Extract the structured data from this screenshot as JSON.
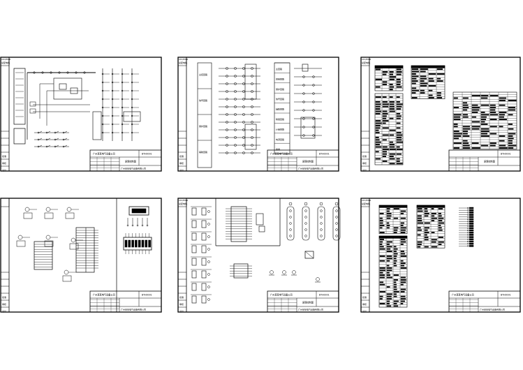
{
  "sheets": [
    {
      "id": "sheet-1",
      "side_labels": [
        "Ctrl/PWR",
        "总配电箱",
        "",
        "批准",
        "审核",
        "设计"
      ],
      "company": "广州某某电气设备公司",
      "drawing_title": "原理控制图",
      "drawing_no": "BTH0001",
      "footer": "广州某某电气设备有限公司"
    },
    {
      "id": "sheet-2",
      "side_labels": [
        "Ctrl/PWR",
        "总配电箱",
        "",
        "批准",
        "审核",
        "设计"
      ],
      "company": "广州某某电气设备公司",
      "drawing_title": "原理控制图",
      "drawing_no": "BTH0001",
      "footer": "广州某某电气设备有限公司",
      "left_column": [
        "主控回路",
        "信号回路",
        "保护回路",
        "辅助回路"
      ],
      "mid_column": [
        "主回路",
        "控制回路",
        "保护回路",
        "信号回路",
        "辅助回路",
        "联锁回路",
        "计量回路",
        "电源回路",
        "备用"
      ]
    },
    {
      "id": "sheet-3",
      "side_labels": [
        "Ctrl/PWR",
        "总配电箱",
        "",
        "批准",
        "审核",
        "设计"
      ],
      "company": "",
      "drawing_title": "原理控制图",
      "drawing_no": "BTH0001",
      "footer": ""
    },
    {
      "id": "sheet-4",
      "side_labels": [
        "",
        "",
        "",
        "批准",
        "审核",
        "设计"
      ],
      "company": "广州某某电气设备公司",
      "drawing_title": "",
      "drawing_no": "BTH0001",
      "footer": "广州某某电气设备有限公司"
    },
    {
      "id": "sheet-5",
      "side_labels": [
        "Ctrl/PWR",
        "总配电箱",
        "",
        "批准",
        "审核",
        "设计"
      ],
      "company": "广州某某电气设备公司",
      "drawing_title": "原理控制图",
      "drawing_no": "BTH0001",
      "footer": "广州某某电气设备有限公司"
    },
    {
      "id": "sheet-6",
      "side_labels": [
        "Ctrl/PWR",
        "总配电箱",
        "",
        "批准",
        "审核",
        "设计"
      ],
      "company": "广州某某电气设备公司",
      "drawing_title": "",
      "drawing_no": "BTH0001",
      "footer": "广州某某电气设备有限公司"
    }
  ],
  "colors": {
    "ink": "#000000",
    "paper": "#ffffff"
  }
}
